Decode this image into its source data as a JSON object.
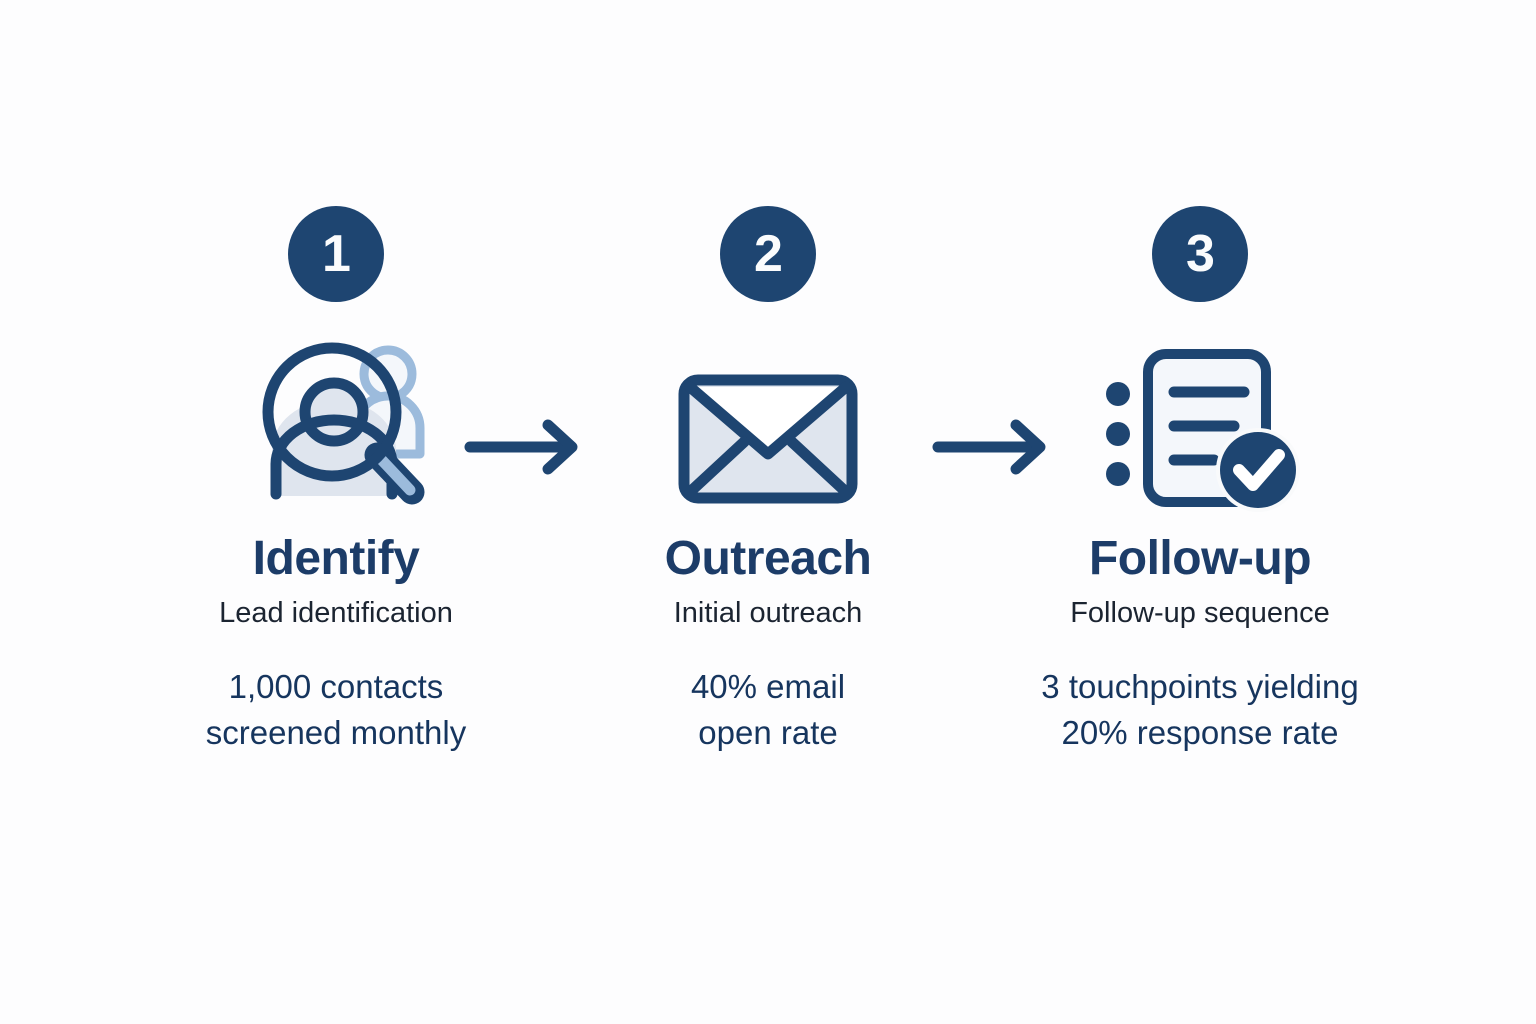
{
  "theme": {
    "background": "#fdfdfe",
    "navy": "#1e4571",
    "navy_dark": "#1c3c68",
    "navy_text": "#16355e",
    "subtitle_color": "#1b2431",
    "icon_fill_light": "#dfe5ee",
    "icon_fill_pale": "#f4f7fb",
    "icon_accent_blue": "#9cbbdc",
    "badge_text": "#fbfcfd"
  },
  "steps": [
    {
      "number": "1",
      "icon": "person-search-icon",
      "title": "Identify",
      "subtitle": "Lead identification",
      "metric": "1,000 contacts\nscreened monthly"
    },
    {
      "number": "2",
      "icon": "envelope-icon",
      "title": "Outreach",
      "subtitle": "Initial outreach",
      "metric": "40% email\nopen rate"
    },
    {
      "number": "3",
      "icon": "checklist-document-icon",
      "title": "Follow-up",
      "subtitle": "Follow-up sequence",
      "metric": "3 touchpoints yielding\n20% response rate"
    }
  ],
  "connectors": [
    {
      "name": "arrow-1",
      "direction": "right"
    },
    {
      "name": "arrow-2",
      "direction": "right"
    }
  ]
}
